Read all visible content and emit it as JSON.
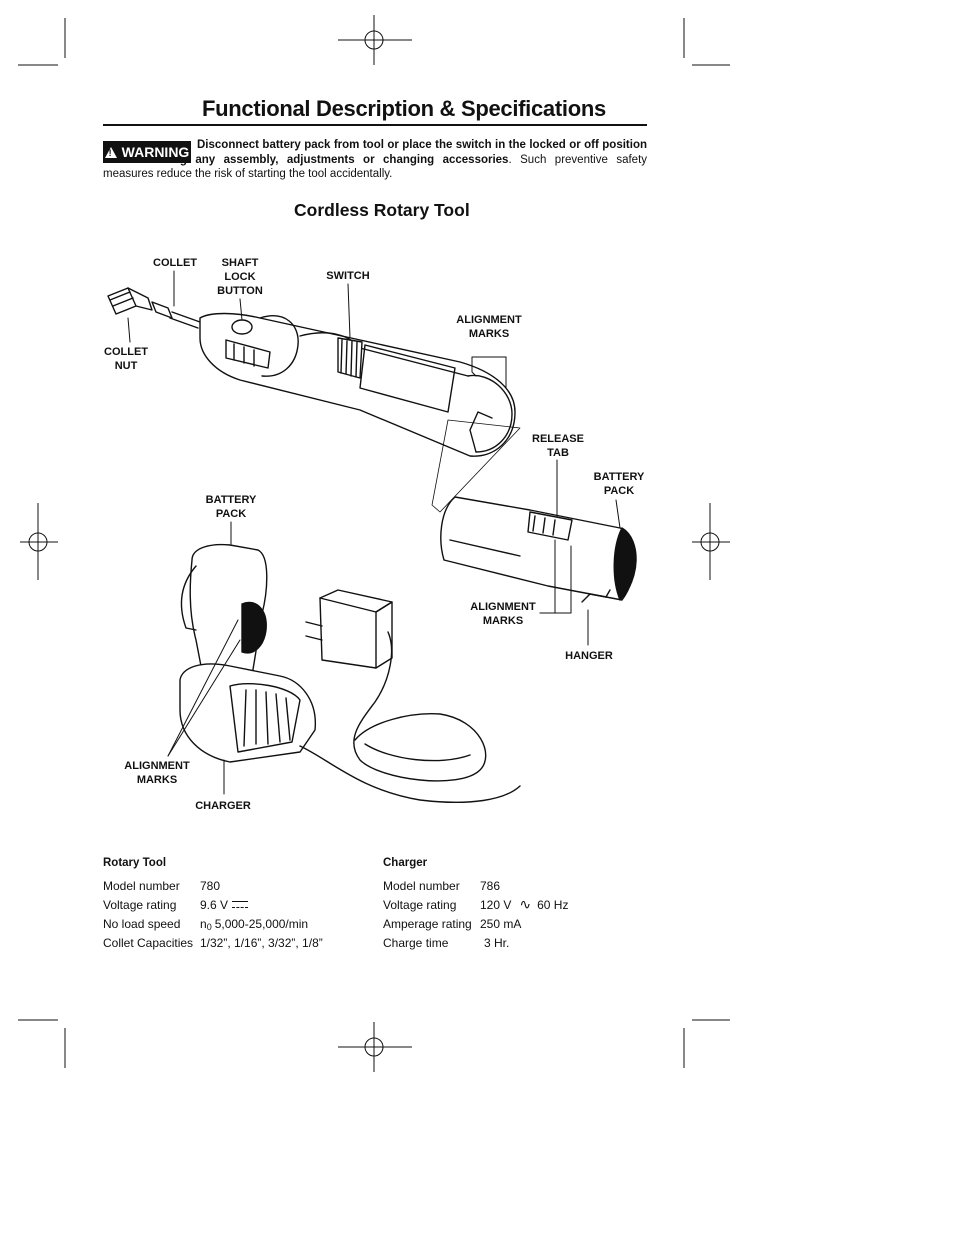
{
  "title": "Functional Description & Specifications",
  "warning": {
    "badge_label": "WARNING",
    "bold_text": "Disconnect battery pack from tool or place the switch in the locked or off position before making any assembly, adjustments or changing accessories",
    "normal_text": ". Such preventive safety measures reduce the risk of starting the tool accidentally."
  },
  "section_title": "Cordless Rotary Tool",
  "callouts": {
    "collet": "COLLET",
    "shaft_lock_button": [
      "SHAFT",
      "LOCK",
      "BUTTON"
    ],
    "switch": "SWITCH",
    "alignment_marks_tool": [
      "ALIGNMENT",
      "MARKS"
    ],
    "collet_nut": [
      "COLLET",
      "NUT"
    ],
    "release_tab": [
      "RELEASE",
      "TAB"
    ],
    "battery_pack_right": [
      "BATTERY",
      "PACK"
    ],
    "battery_pack_left": [
      "BATTERY",
      "PACK"
    ],
    "alignment_marks_battery": [
      "ALIGNMENT",
      "MARKS"
    ],
    "hanger": "HANGER",
    "alignment_marks_charger": [
      "ALIGNMENT",
      "MARKS"
    ],
    "charger": "CHARGER"
  },
  "specs": {
    "rotary_tool": {
      "heading": "Rotary Tool",
      "rows": [
        {
          "label": "Model number",
          "value": "780"
        },
        {
          "label": "Voltage rating",
          "value": "9.6 V"
        },
        {
          "label": "No load speed",
          "prefix": "n",
          "sub": "0",
          "value": "5,000-25,000/min"
        },
        {
          "label": "Collet Capacities",
          "value": "1/32”, 1/16”, 3/32”, 1/8”"
        }
      ]
    },
    "charger": {
      "heading": "Charger",
      "rows": [
        {
          "label": "Model number",
          "value": "786"
        },
        {
          "label": "Voltage rating",
          "value": "120 V",
          "ac_symbol": "∿",
          "value2": "60 Hz"
        },
        {
          "label": "Amperage rating",
          "value": "250 mA"
        },
        {
          "label": "Charge time",
          "value": "3 Hr."
        }
      ]
    }
  }
}
